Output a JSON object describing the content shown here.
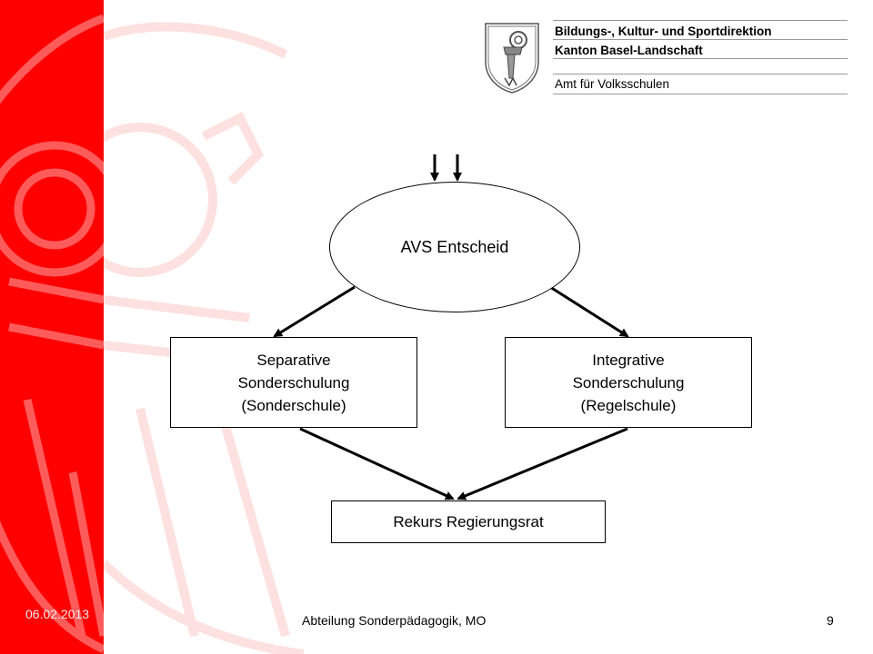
{
  "header": {
    "org_line1": "Bildungs-, Kultur- und Sportdirektion",
    "org_line2": "Kanton Basel-Landschaft",
    "org_line3": "Amt für Volksschulen"
  },
  "diagram": {
    "decision": "AVS Entscheid",
    "left_box": {
      "line1": "Separative",
      "line2": "Sonderschulung",
      "line3": "(Sonderschule)"
    },
    "right_box": {
      "line1": "Integrative",
      "line2": "Sonderschulung",
      "line3": "(Regelschule)"
    },
    "appeal": "Rekurs Regierungsrat"
  },
  "footer": {
    "date": "06.02.2013",
    "department": "Abteilung Sonderpädagogik, MO",
    "page_number": "9"
  },
  "colors": {
    "brand_red": "#ff0000",
    "watermark": "#fde0e0"
  },
  "icons": {
    "header_crest": "baselland-crest-icon",
    "sidebar_watermark": "baselland-crest-watermark"
  }
}
